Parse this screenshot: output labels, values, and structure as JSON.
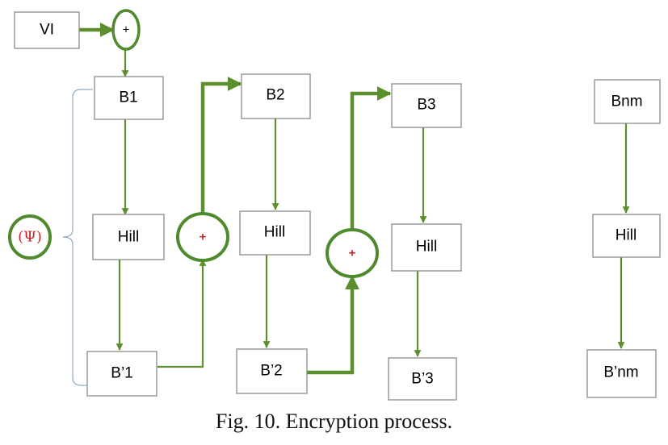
{
  "labels": {
    "vi": "VI",
    "b1": "B1",
    "b2": "B2",
    "b3": "B3",
    "bnm": "Bnm",
    "hill1": "Hill",
    "hill2": "Hill",
    "hill3": "Hill",
    "hill4": "Hill",
    "bp1": "B’1",
    "bp2": "B’2",
    "bp3": "B’3",
    "bpnm": "B’nm",
    "xor_top": "+",
    "xor_1": "+",
    "xor_2": "+",
    "psi": "(Ψ)"
  },
  "caption": "Fig. 10. Encryption process.",
  "colors": {
    "arrow": "#5b8f2e",
    "circle": "#4f8a2f",
    "plus": "#cc2222",
    "box_border": "#8c8c8c"
  }
}
